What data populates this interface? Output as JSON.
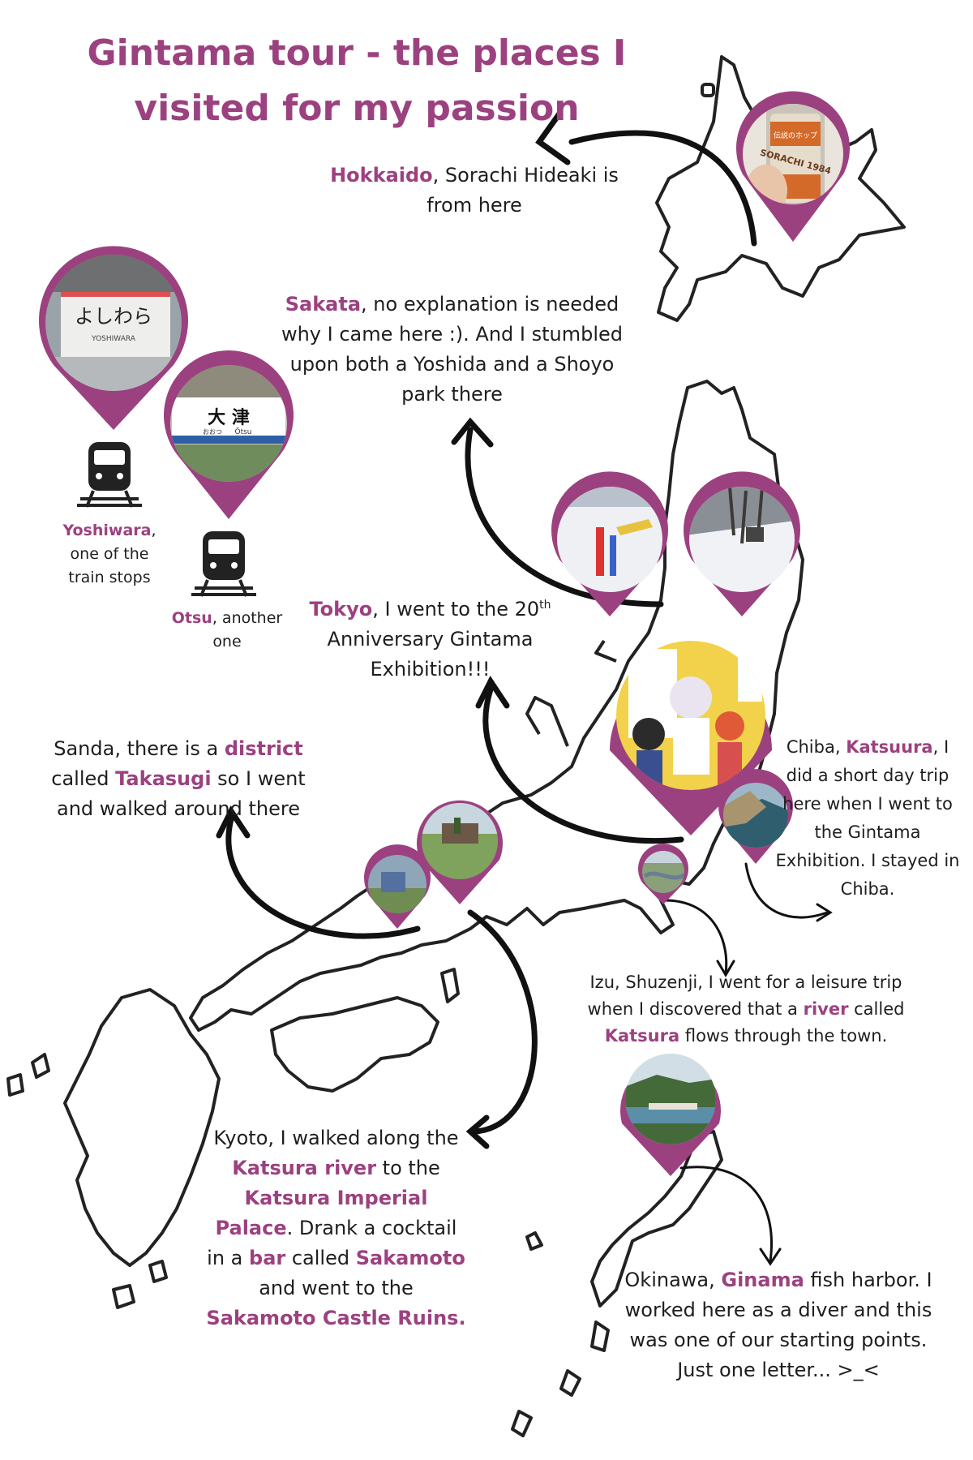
{
  "title": "Gintama tour - the places I visited for my passion",
  "colors": {
    "accent": "#9c4180",
    "text": "#1e1e1e",
    "map_outline": "#222222"
  },
  "captions": {
    "hokkaido": {
      "place": "Hokkaido",
      "text": ", Sorachi Hideaki is from here"
    },
    "sakata": {
      "place": "Sakata",
      "text": ", no explanation is needed why I came here :). And I stumbled upon both a Yoshida and a Shoyo park there"
    },
    "yoshiwara": {
      "place": "Yoshiwara",
      "text": ", one of the train stops"
    },
    "otsu": {
      "place": "Otsu",
      "text": ", another one"
    },
    "tokyo": {
      "place": "Tokyo",
      "text_a": ", I went to the 20",
      "sup": "th",
      "text_b": " Anniversary Gintama Exhibition!!!"
    },
    "sanda": {
      "t1": "Sanda, there is a ",
      "h1": "district",
      "t2": " called ",
      "h2": "Takasugi",
      "t3": " so I went and walked around there"
    },
    "chiba": {
      "t1": "Chiba, ",
      "h1": "Katsuura",
      "t2": ", I did a short day trip here when I went to the Gintama Exhibition. I stayed in Chiba."
    },
    "izu": {
      "t1": "Izu, Shuzenji, I went for a leisure trip when I discovered that a ",
      "h1": "river",
      "t2": " called ",
      "h2": "Katsura",
      "t3": " flows through the town."
    },
    "kyoto": {
      "t1": "Kyoto, I walked along the ",
      "h1": "Katsura river",
      "t2": " to the ",
      "h2": "Katsura Imperial Palace",
      "t3": ". Drank a cocktail in a ",
      "h3": "bar",
      "t4": " called ",
      "h4": "Sakamoto",
      "t5": " and went to the ",
      "h5": "Sakamoto Castle Ruins."
    },
    "okinawa": {
      "t1": "Okinawa, ",
      "h1": "Ginama",
      "t2": " fish harbor. I worked here as a diver and this was one of our starting points. Just one letter... >_<"
    }
  },
  "photo_texts": {
    "can_brand": "SORACHI 1984",
    "can_jp": "伝説のホップ",
    "sign_yoshiwara": "よしわら",
    "sign_yoshiwara_romaji": "YOSHIWARA",
    "sign_otsu": "大 津",
    "sign_otsu_kana": "おおつ",
    "sign_otsu_romaji": "Ōtsu"
  },
  "icons": [
    "train-icon",
    "location-pin-icon",
    "curved-arrow-icon"
  ]
}
